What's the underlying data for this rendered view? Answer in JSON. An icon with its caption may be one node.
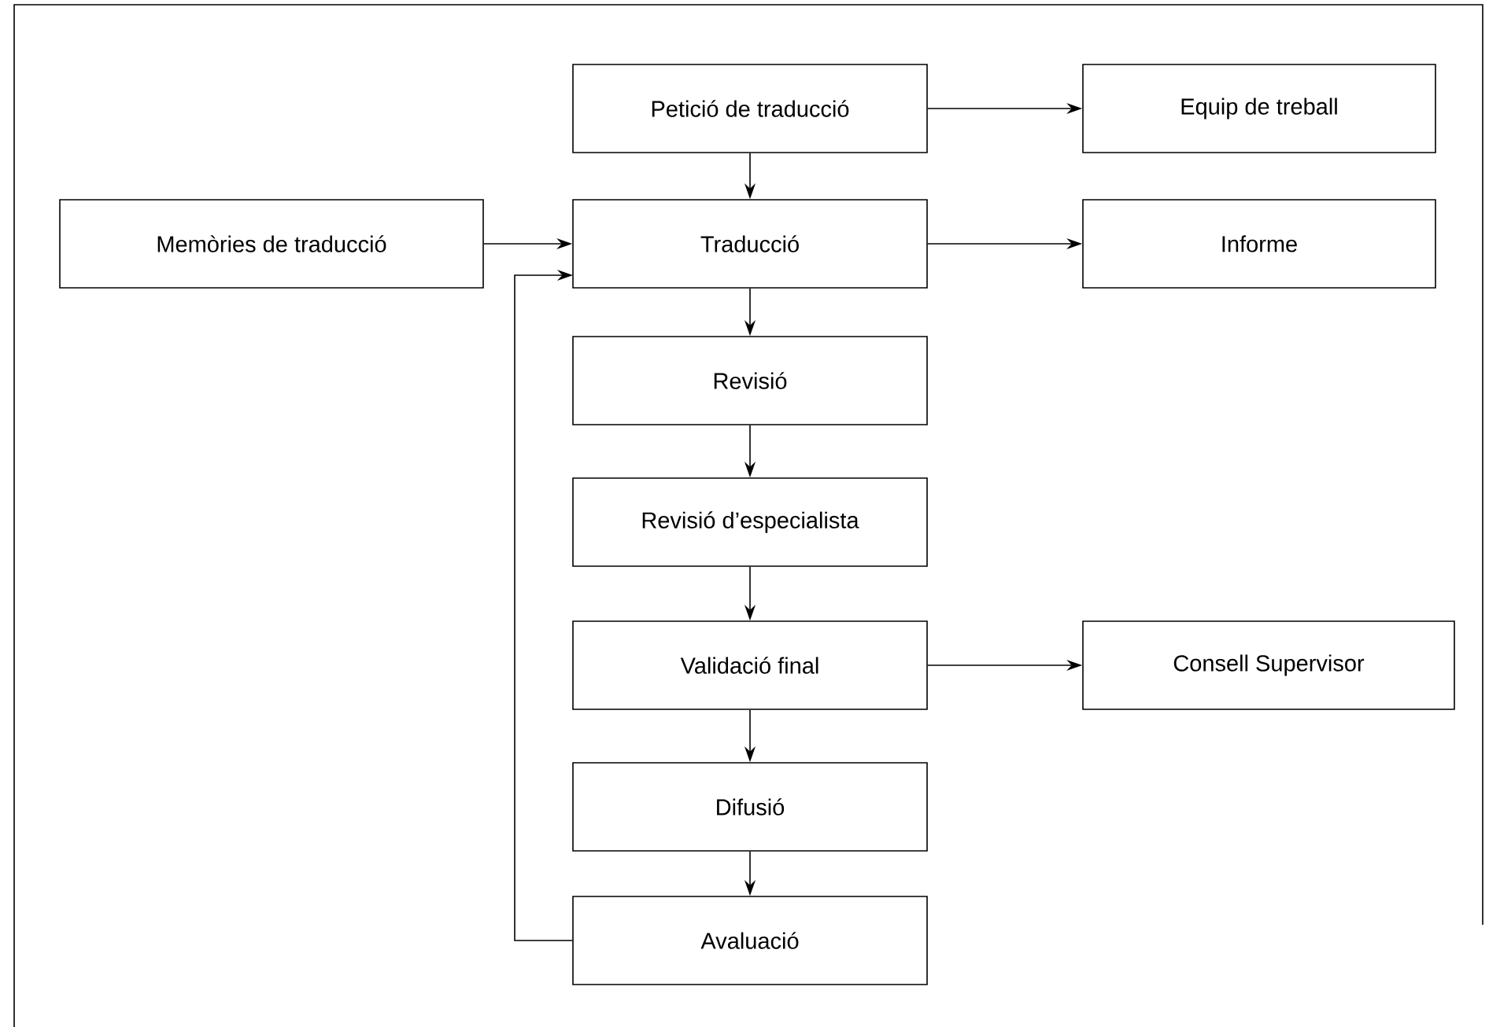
{
  "diagram": {
    "nodes": [
      {
        "text": [
          "Petició de traducció"
        ]
      },
      {
        "text": [
          "Equip de treball"
        ]
      },
      {
        "text": [
          "Memòries de traducció"
        ]
      },
      {
        "text": [
          "Traducció"
        ]
      },
      {
        "text": [
          "Informe"
        ]
      },
      {
        "text": [
          "Revisió"
        ]
      },
      {
        "text": [
          "Revisió d’especialista"
        ]
      },
      {
        "text": [
          "Validació final"
        ]
      },
      {
        "text": [
          "Consell Supervisor"
        ]
      },
      {
        "text": [
          "Difusió"
        ]
      },
      {
        "text": [
          "Avaluació"
        ]
      }
    ],
    "edges": [
      {
        "from": 0,
        "to": 1,
        "arrow": "to"
      },
      {
        "from": 0,
        "to": 3,
        "arrow": "to"
      },
      {
        "from": 2,
        "to": 3,
        "arrow": "to"
      },
      {
        "from": 3,
        "to": 4,
        "arrow": "to"
      },
      {
        "from": 3,
        "to": 5,
        "arrow": "to"
      },
      {
        "from": 5,
        "to": 6,
        "arrow": "to"
      },
      {
        "from": 6,
        "to": 7,
        "arrow": "to"
      },
      {
        "from": 7,
        "to": 8,
        "arrow": "to"
      },
      {
        "from": 7,
        "to": 9,
        "arrow": "to"
      },
      {
        "from": 9,
        "to": 10,
        "arrow": "to"
      },
      {
        "from": 10,
        "to": 3,
        "arrow": "to"
      }
    ]
  }
}
